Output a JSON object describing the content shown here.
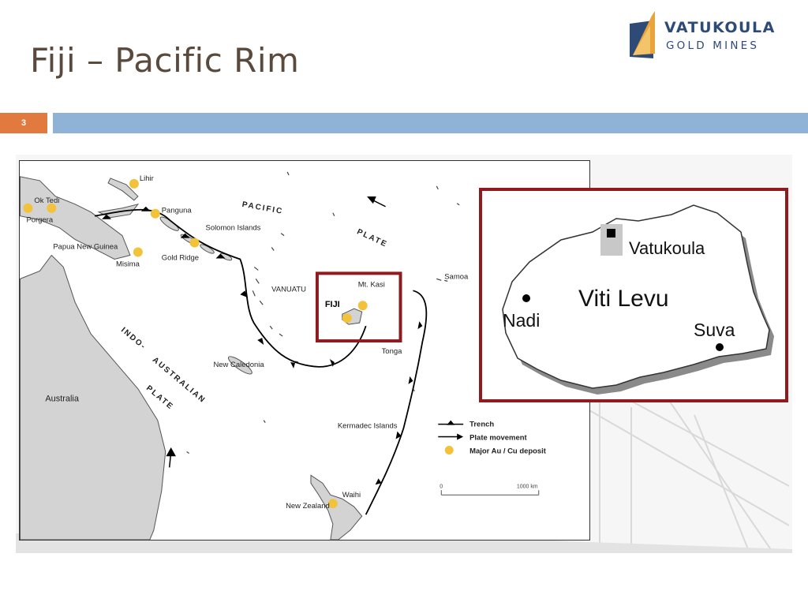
{
  "slide": {
    "title": "Fiji – Pacific Rim",
    "page_number": "3"
  },
  "logo": {
    "line1": "VATUKOULA",
    "line2": "GOLD MINES",
    "accent": "#e8a33a",
    "brand": "#2e4a77"
  },
  "colors": {
    "number_bar": "#e27a3f",
    "title_bar": "#8fb3d6",
    "deposit": "#f2c23a",
    "highlight_box": "#8f1b1f"
  },
  "map": {
    "places": {
      "lihir": "Lihir",
      "ok_tedi": "Ok Tedi",
      "porgera": "Porgera",
      "panguna": "Panguna",
      "solomon_islands": "Solomon Islands",
      "papua_new_guinea": "Papua New Guinea",
      "misima": "Misima",
      "gold_ridge": "Gold Ridge",
      "vanuatu": "VANUATU",
      "mt_kasi": "Mt. Kasi",
      "fiji": "FIJI",
      "samoa": "Samoa",
      "tonga": "Tonga",
      "new_caledonia": "New Caledonia",
      "australia": "Australia",
      "kermadec_islands": "Kermadec Islands",
      "new_zealand": "New Zealand",
      "waihi": "Waihi"
    },
    "plates": {
      "pacific_1": "PACIFIC",
      "pacific_2": "PLATE",
      "indo_1": "INDO-",
      "indo_2": "AUSTRALIAN",
      "indo_3": "PLATE"
    },
    "legend": {
      "trench": "Trench",
      "plate_movement": "Plate movement",
      "deposit": "Major Au / Cu deposit"
    },
    "scale": {
      "start": "0",
      "end": "1000 km"
    }
  },
  "inset": {
    "island": "Viti Levu",
    "vatukoula": "Vatukoula",
    "nadi": "Nadi",
    "suva": "Suva"
  }
}
